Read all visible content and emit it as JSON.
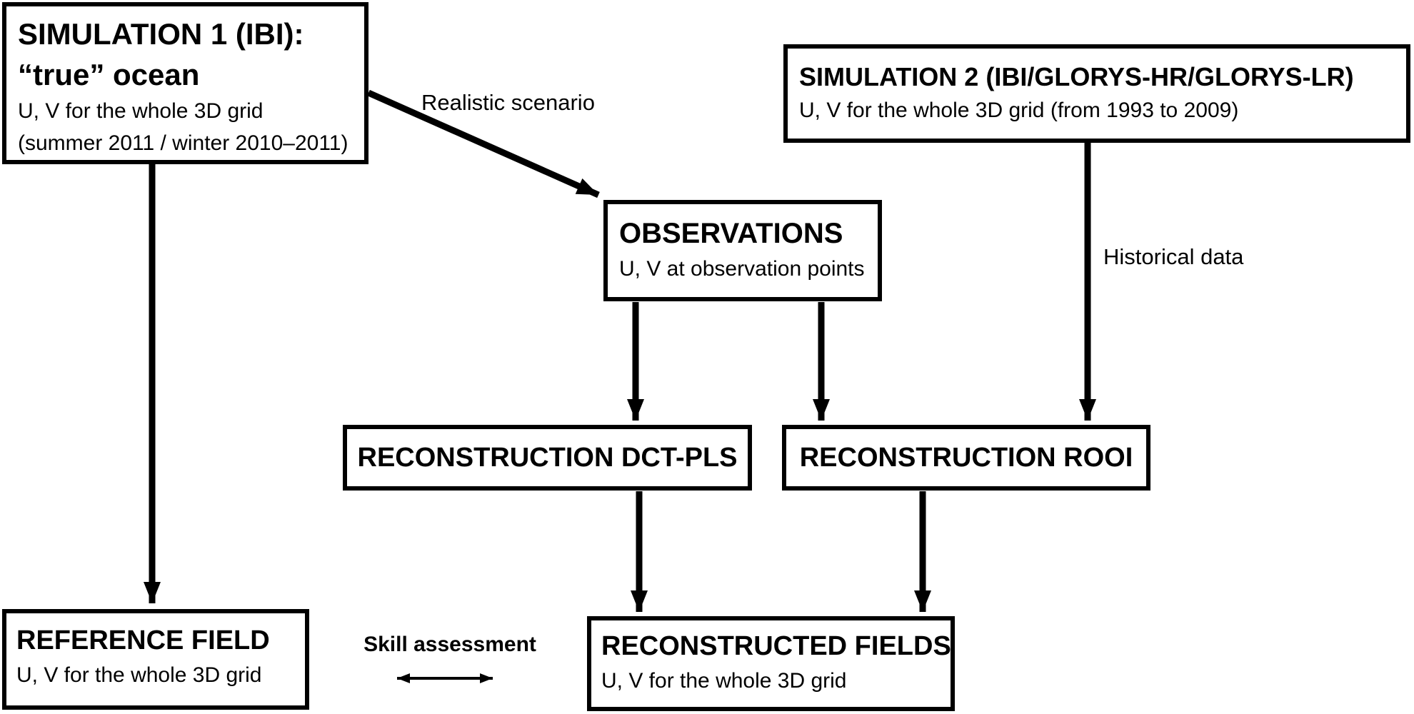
{
  "diagram": {
    "colors": {
      "background": "#ffffff",
      "line": "#000000",
      "text": "#000000"
    },
    "boxes": {
      "simulation1": {
        "title_line1": "SIMULATION 1 (IBI):",
        "title_line2": "“true” ocean",
        "body_line1": "U, V for the whole 3D grid",
        "body_line2": "(summer 2011 / winter 2010–2011)"
      },
      "simulation2": {
        "title": "SIMULATION 2 (IBI/GLORYS-HR/GLORYS-LR)",
        "body": "U, V for the whole 3D grid (from 1993 to 2009)"
      },
      "observations": {
        "title": "OBSERVATIONS",
        "body": "U, V at observation points"
      },
      "reconstruction_dct_pls": {
        "title": "RECONSTRUCTION DCT-PLS"
      },
      "reconstruction_rooi": {
        "title": "RECONSTRUCTION ROOI"
      },
      "reference_field": {
        "title": "REFERENCE FIELD",
        "body": "U, V for the whole 3D grid"
      },
      "reconstructed_fields": {
        "title": "RECONSTRUCTED FIELDS",
        "body": "U, V for the whole 3D grid"
      }
    },
    "edge_labels": {
      "realistic_scenario": "Realistic scenario",
      "historical_data": "Historical data",
      "skill_assessment": "Skill assessment"
    }
  }
}
